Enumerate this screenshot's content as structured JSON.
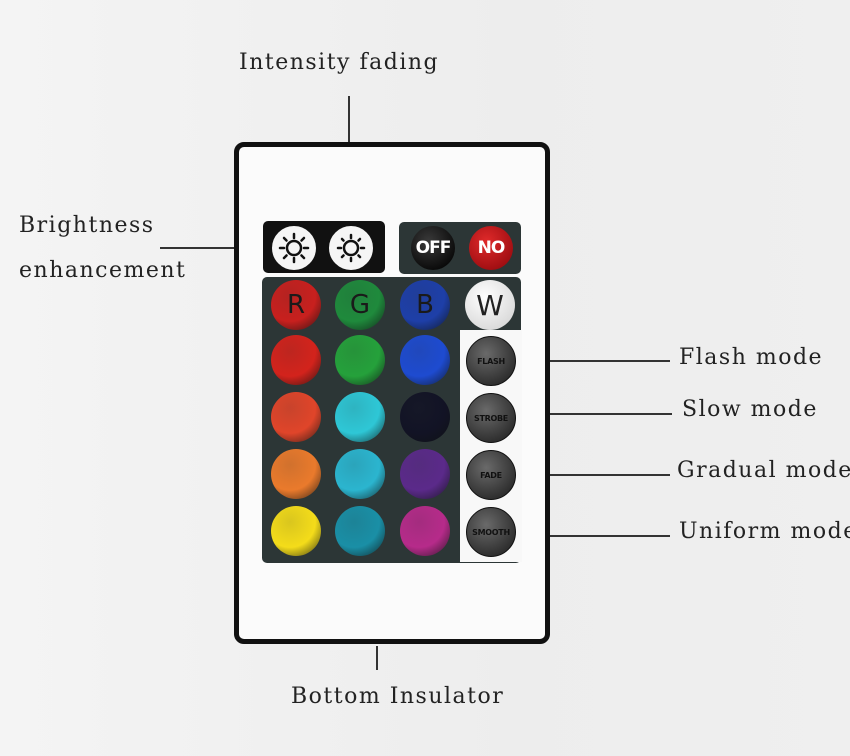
{
  "labels": {
    "intensity_fading": "Intensity fading",
    "brightness_line1": "Brightness",
    "brightness_line2": "enhancement",
    "flash_mode": "Flash mode",
    "slow_mode": "Slow mode",
    "gradual_mode": "Gradual mode",
    "uniform_mode": "Uniform mode",
    "bottom_insulator": "Bottom Insulator"
  },
  "remote": {
    "top_icons": [
      "sun-brightness-up-icon",
      "sun-brightness-down-icon"
    ],
    "power": {
      "off_label": "OFF",
      "on_label": "NO",
      "off_color": "#1a1a1a",
      "on_color": "#c0141c"
    },
    "rgbw": [
      {
        "label": "R",
        "color": "#c8201e"
      },
      {
        "label": "G",
        "color": "#1f8a3c"
      },
      {
        "label": "B",
        "color": "#1e3fa8"
      },
      {
        "label": "W",
        "color": "#f4f4f4"
      }
    ],
    "color_grid": [
      [
        "#d3231c",
        "#25a13b",
        "#1e4bd0"
      ],
      [
        "#e0452a",
        "#2ec7d6",
        "#121325"
      ],
      [
        "#ea7a2c",
        "#2bb5cf",
        "#5b2a8a"
      ],
      [
        "#f4dc1a",
        "#1a8fa6",
        "#b62b8a"
      ]
    ],
    "modes": [
      "FLASH",
      "STROBE",
      "FADE",
      "SMOOTH"
    ]
  }
}
